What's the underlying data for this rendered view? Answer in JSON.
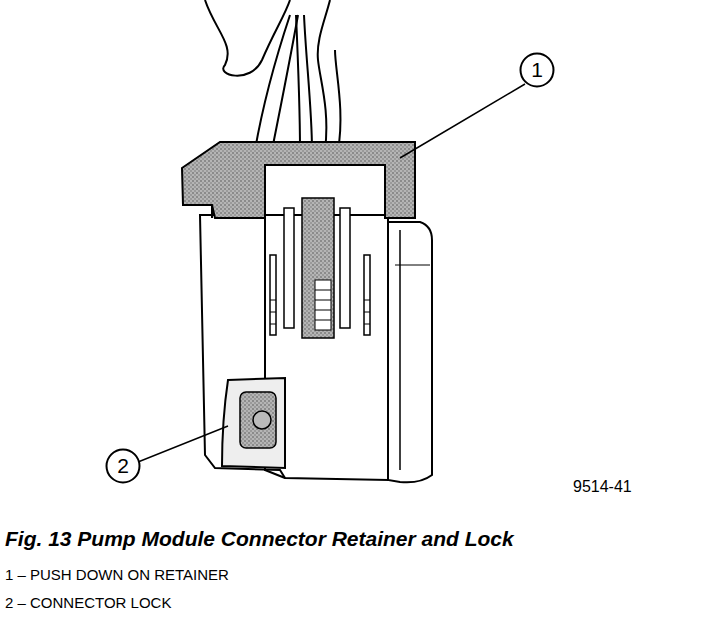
{
  "diagram": {
    "caption": "Fig. 13 Pump Module Connector Retainer and Lock",
    "nodes": [
      {
        "text": [
          "1"
        ]
      },
      {
        "text": [
          "2"
        ]
      }
    ],
    "labels": [
      "9514-41",
      "1 – PUSH DOWN ON RETAINER",
      "2 – CONNECTOR LOCK"
    ]
  }
}
